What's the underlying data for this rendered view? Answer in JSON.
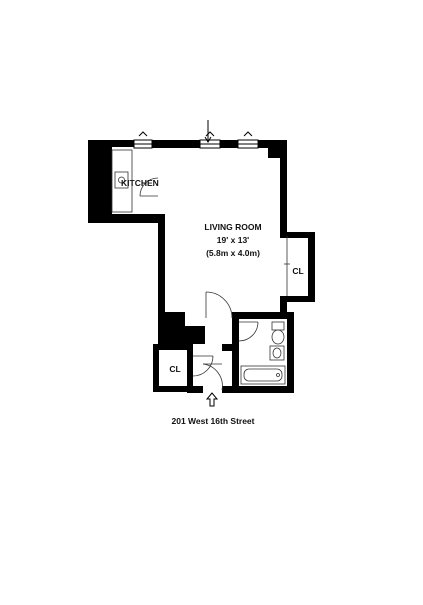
{
  "plan": {
    "address": "201 West 16th Street",
    "rooms": {
      "kitchen": {
        "name": "KITCHEN"
      },
      "living": {
        "name": "LIVING ROOM",
        "size_ft": "19' x 13'",
        "size_m": "(5.8m x 4.0m)"
      },
      "closet_right": {
        "name": "CL"
      },
      "closet_left": {
        "name": "CL"
      }
    }
  },
  "colors": {
    "wall": "#000000",
    "fixture": "#444444",
    "background": "#ffffff"
  },
  "icons": [
    "north-arrow-icon",
    "entry-arrow-icon",
    "window-icon",
    "door-swing-icon",
    "bathtub-icon",
    "toilet-icon",
    "sink-icon",
    "stove-icon"
  ]
}
